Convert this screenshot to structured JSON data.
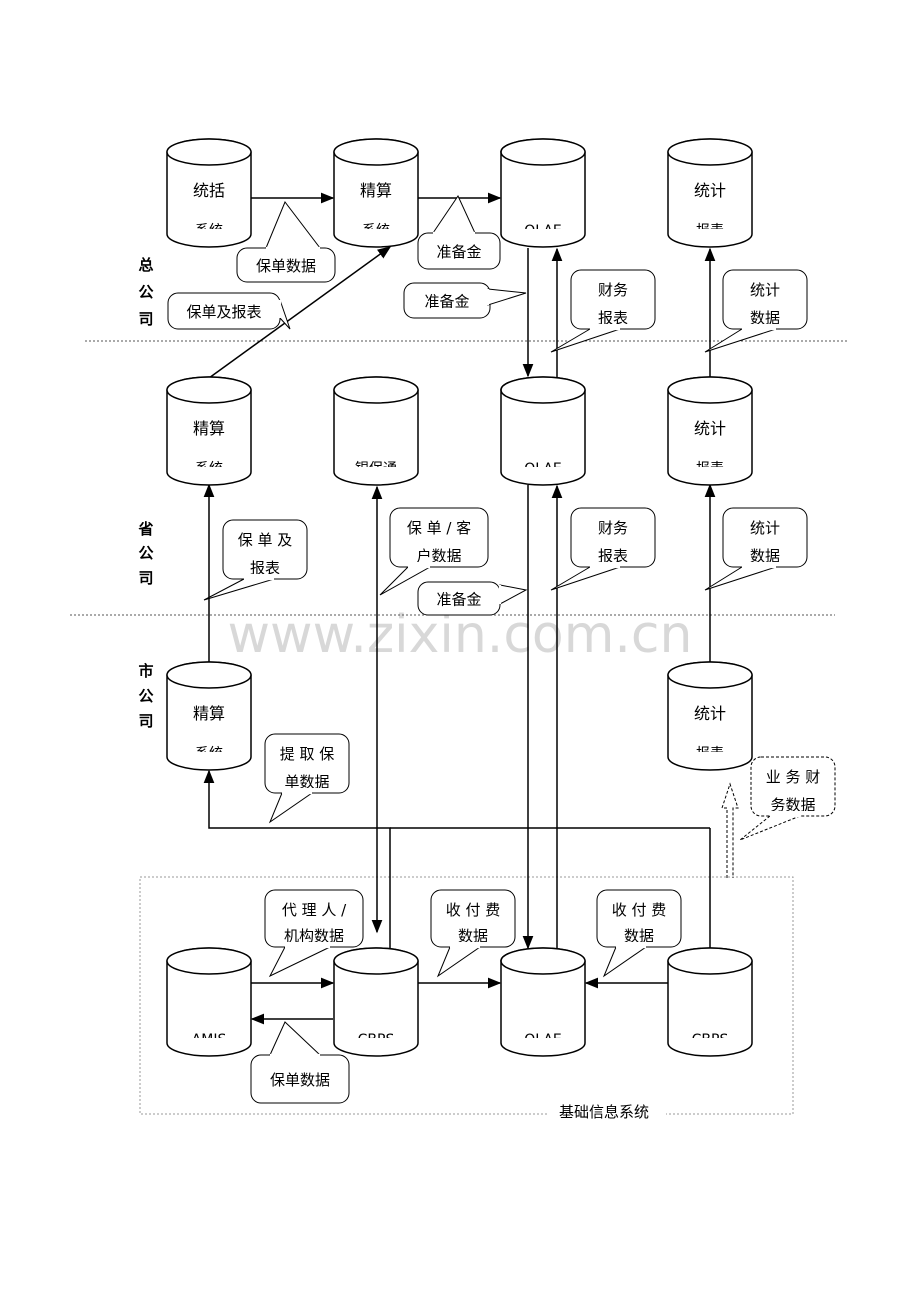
{
  "levels": {
    "head_office": [
      "总",
      "公",
      "司"
    ],
    "province": [
      "省",
      "公",
      "司"
    ],
    "city": [
      "市",
      "公",
      "司"
    ]
  },
  "systems": {
    "hq_stats": [
      "统括",
      "系统"
    ],
    "hq_actuarial": [
      "精算",
      "系统"
    ],
    "hq_olae": [
      "",
      "OLAE"
    ],
    "hq_report": [
      "统计",
      "报表"
    ],
    "prov_actuarial": [
      "精算",
      "系统"
    ],
    "prov_bank": [
      "",
      "银保通"
    ],
    "prov_olae": [
      "",
      "OLAE"
    ],
    "prov_report": [
      "统计",
      "报表"
    ],
    "city_actuarial": [
      "精算",
      "系统"
    ],
    "city_report": [
      "统计",
      "报表"
    ],
    "base_amis": [
      "",
      "AMIS"
    ],
    "base_cbps1": [
      "",
      "CBPS"
    ],
    "base_olae": [
      "",
      "OLAE"
    ],
    "base_cbps2": [
      "",
      "CBPS"
    ]
  },
  "callouts": {
    "c_policy_data_hq": [
      "保单数据"
    ],
    "c_reserve1": [
      "准备金"
    ],
    "c_reserve2": [
      "准备金"
    ],
    "c_policy_report_hq": [
      "保单及报表"
    ],
    "c_finance_hq": [
      "财务",
      "报表"
    ],
    "c_stat_hq": [
      "统计",
      "数据"
    ],
    "c_policy_report_prov": [
      "保 单 及",
      "报表"
    ],
    "c_policy_customer": [
      "保 单 / 客",
      "户数据"
    ],
    "c_reserve3": [
      "准备金"
    ],
    "c_finance_prov": [
      "财务",
      "报表"
    ],
    "c_stat_prov": [
      "统计",
      "数据"
    ],
    "c_extract_policy": [
      "提 取 保",
      "单数据"
    ],
    "c_business_finance": [
      "业 务 财",
      "务数据"
    ],
    "c_agent_org": [
      "代 理 人 /",
      "机构数据"
    ],
    "c_payment1": [
      "收 付 费",
      "数据"
    ],
    "c_payment2": [
      "收 付 费",
      "数据"
    ],
    "c_policy_data_base": [
      "保单数据"
    ]
  },
  "watermark": "www.zixin.com.cn",
  "base_caption": "基础信息系统"
}
